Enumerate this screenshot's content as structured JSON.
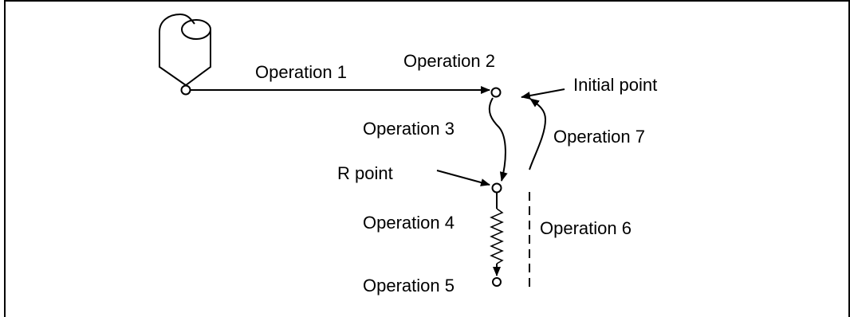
{
  "labels": {
    "op1": "Operation 1",
    "op2": "Operation 2",
    "op3": "Operation 3",
    "op4": "Operation 4",
    "op5": "Operation 5",
    "op6": "Operation 6",
    "op7": "Operation 7",
    "initial_point": "Initial point",
    "r_point": "R point"
  },
  "colors": {
    "stroke": "#000000",
    "background": "#ffffff"
  }
}
